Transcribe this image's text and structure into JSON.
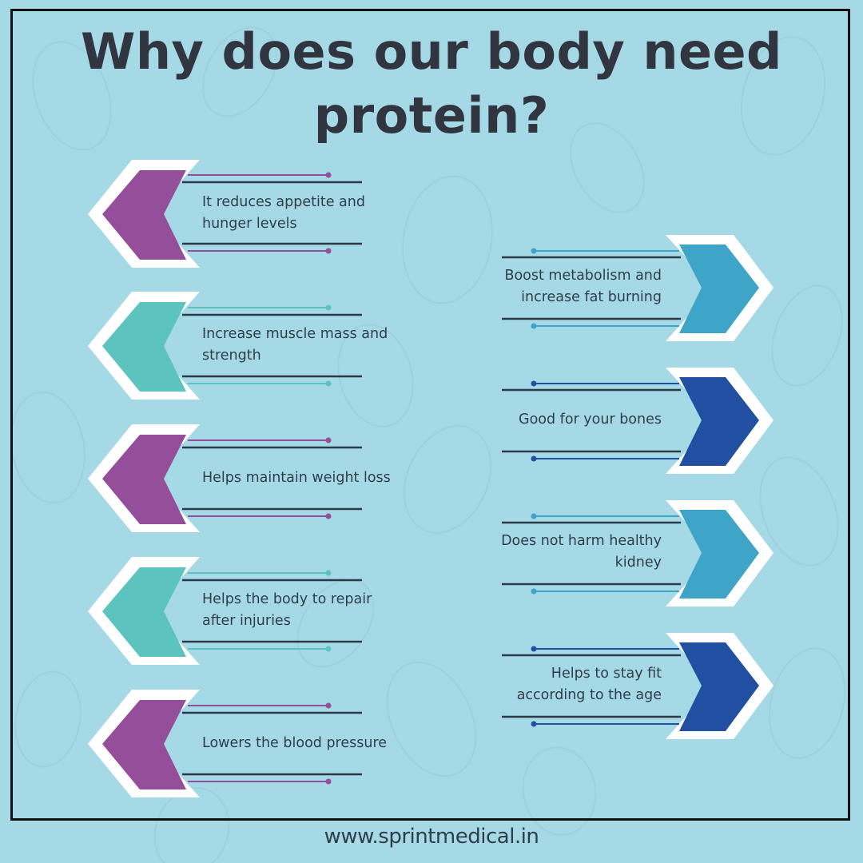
{
  "title": {
    "line1": "Why does our body need",
    "line2": "protein?"
  },
  "colors": {
    "background": "#a6d9e6",
    "title_text": "#30353f",
    "body_text": "#2f3e4a",
    "dark_line": "#2b3a47",
    "purple": "#954e9a",
    "teal": "#5cc3bf",
    "light_blue": "#3ea4c8",
    "dark_blue": "#2150a3",
    "chevron_border": "#ffffff",
    "frame": "#111111"
  },
  "left_items": [
    {
      "label": "It reduces appetite and hunger levels",
      "color": "purple",
      "icon": "chevron-left-icon"
    },
    {
      "label": "Increase muscle mass and strength",
      "color": "teal",
      "icon": "chevron-left-icon"
    },
    {
      "label": "Helps maintain weight loss",
      "color": "purple",
      "icon": "chevron-left-icon"
    },
    {
      "label": "Helps the body to repair after injuries",
      "color": "teal",
      "icon": "chevron-left-icon"
    },
    {
      "label": "Lowers the blood pressure",
      "color": "purple",
      "icon": "chevron-left-icon"
    }
  ],
  "right_items": [
    {
      "label": "Boost metabolism and increase fat burning",
      "color": "light_blue",
      "icon": "chevron-right-icon"
    },
    {
      "label": "Good for your bones",
      "color": "dark_blue",
      "icon": "chevron-right-icon"
    },
    {
      "label": "Does not harm healthy kidney",
      "color": "light_blue",
      "icon": "chevron-right-icon"
    },
    {
      "label": "Helps to stay fit according to the age",
      "color": "dark_blue",
      "icon": "chevron-right-icon"
    }
  ],
  "footer": {
    "website": "www.sprintmedical.in"
  }
}
